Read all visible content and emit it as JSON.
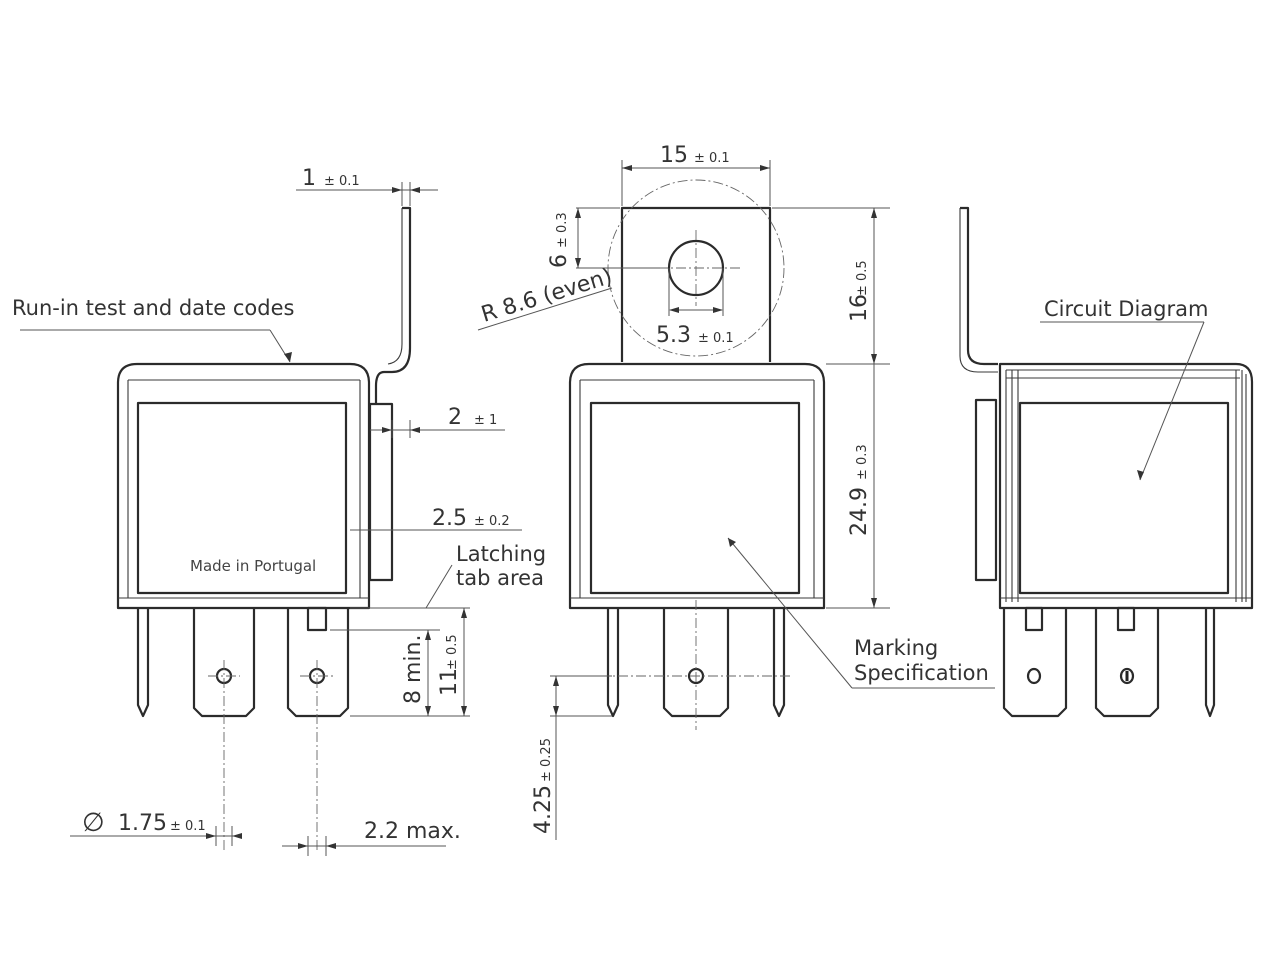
{
  "dimensions": {
    "d1": {
      "value": "1",
      "tol": "± 0.1"
    },
    "d15": {
      "value": "15",
      "tol": "± 0.1"
    },
    "d6": {
      "value": "6",
      "tol": "± 0.3"
    },
    "r86": {
      "value": "R 8.6 (even)"
    },
    "d53": {
      "value": "5.3",
      "tol": "± 0.1"
    },
    "d16": {
      "value": "16",
      "tol": "± 0.5"
    },
    "d2": {
      "value": "2",
      "tol": "± 1"
    },
    "d25": {
      "value": "2.5",
      "tol": "± 0.2"
    },
    "d249": {
      "value": "24.9",
      "tol": "± 0.3"
    },
    "d8": {
      "value": "8 min."
    },
    "d11": {
      "value": "11",
      "tol": "± 0.5"
    },
    "d425": {
      "value": "4.25",
      "tol": "± 0.25"
    },
    "d175": {
      "symbol": "∅",
      "value": "1.75",
      "tol": "± 0.1"
    },
    "d22": {
      "value": "2.2 max."
    }
  },
  "notes": {
    "runin": "Run-in test and date codes",
    "latching_1": "Latching",
    "latching_2": "tab area",
    "marking_1": "Marking",
    "marking_2": "Specification",
    "circuit": "Circuit Diagram",
    "made_in": "Made in Portugal"
  }
}
